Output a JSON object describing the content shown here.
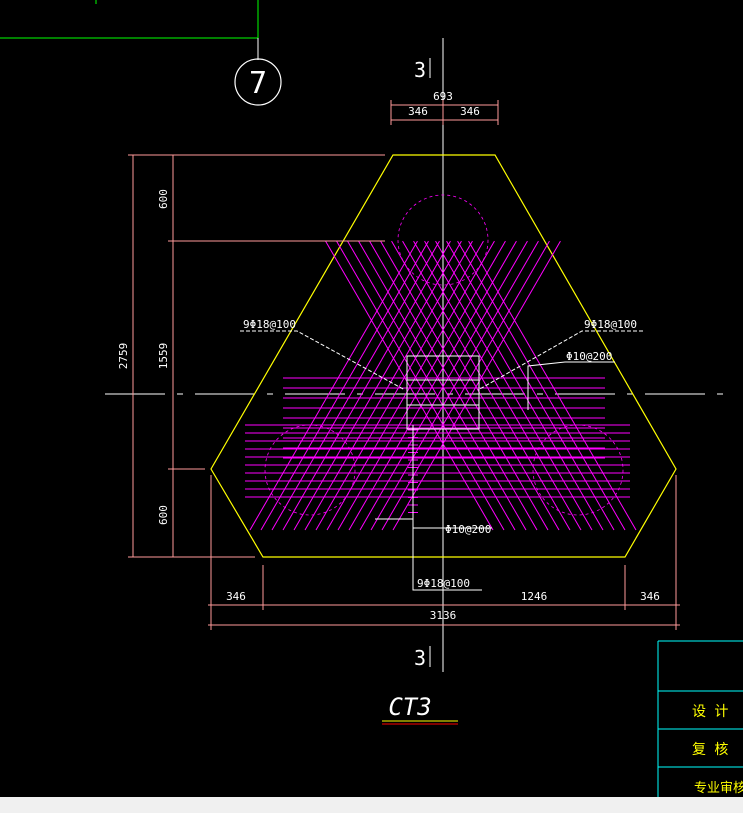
{
  "drawing": {
    "detail_number": "7",
    "section_mark": "3",
    "title": "CT3",
    "dims": {
      "top_total": "693",
      "top_left": "346",
      "top_right": "346",
      "left_total": "2759",
      "left_top": "600",
      "left_mid": "1559",
      "left_bottom": "600",
      "bottom_left": "346",
      "bottom_mid": "1246",
      "bottom_right": "346",
      "bottom_total": "3136"
    },
    "rebar_labels": {
      "left": "9Φ18@100",
      "right": "9Φ18@100",
      "stirrup_right": "Φ10@200",
      "stirrup_bottom": "Φ10@200",
      "bottom": "9Φ18@100"
    },
    "title_block": {
      "rows": [
        "设  计",
        "复  核",
        "专业审核"
      ]
    },
    "colors": {
      "outline": "#ffff00",
      "rebar": "#ff00ff",
      "dimension": "#ff9a9a",
      "white": "#ffffff",
      "green": "#00ff00",
      "cyan": "#00ffff"
    }
  }
}
